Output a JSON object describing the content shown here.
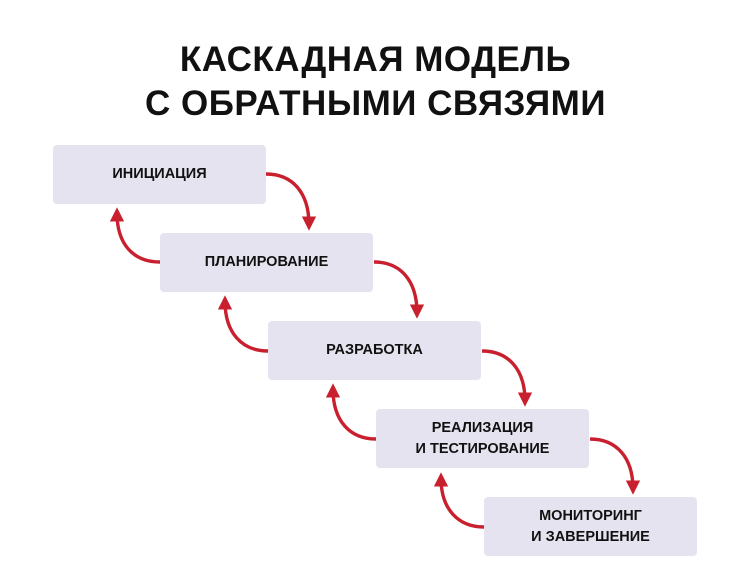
{
  "title": {
    "line1": "КАСКАДНАЯ МОДЕЛЬ",
    "line2": "С ОБРАТНЫМИ СВЯЗЯМИ"
  },
  "steps": [
    {
      "line1": "ИНИЦИАЦИЯ",
      "line2": ""
    },
    {
      "line1": "ПЛАНИРОВАНИЕ",
      "line2": ""
    },
    {
      "line1": "РАЗРАБОТКА",
      "line2": ""
    },
    {
      "line1": "РЕАЛИЗАЦИЯ",
      "line2": "И ТЕСТИРОВАНИЕ"
    },
    {
      "line1": "МОНИТОРИНГ",
      "line2": "И ЗАВЕРШЕНИЕ"
    }
  ],
  "colors": {
    "arrow": "#c8202e",
    "box": "#e6e3f0",
    "text": "#111111"
  }
}
